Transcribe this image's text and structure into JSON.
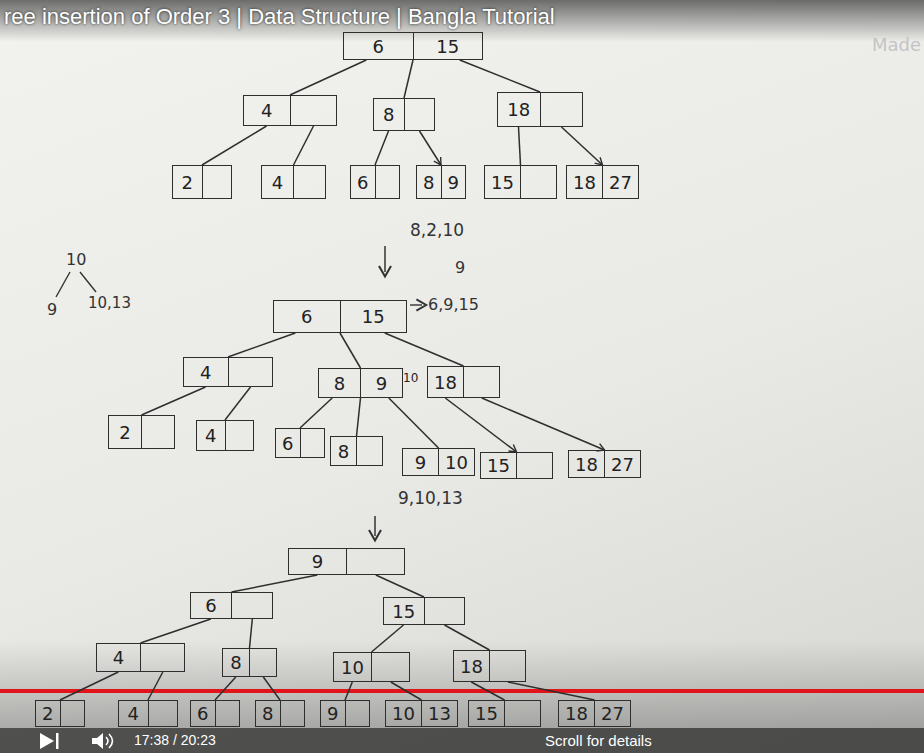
{
  "diagram": {
    "title": "ree insertion of Order 3 | Data Structure | Bangla Tutorial",
    "nodes": [
      {
        "text": [
          "6",
          "15"
        ]
      },
      {
        "text": [
          "4"
        ]
      },
      {
        "text": [
          "8"
        ]
      },
      {
        "text": [
          "18"
        ]
      },
      {
        "text": [
          "2"
        ]
      },
      {
        "text": [
          "4"
        ]
      },
      {
        "text": [
          "6"
        ]
      },
      {
        "text": [
          "8",
          "9"
        ]
      },
      {
        "text": [
          "15"
        ]
      },
      {
        "text": [
          "18",
          "27"
        ]
      },
      {
        "text": [
          "6",
          "15"
        ]
      },
      {
        "text": [
          "4"
        ]
      },
      {
        "text": [
          "8",
          "9",
          "10"
        ]
      },
      {
        "text": [
          "18"
        ]
      },
      {
        "text": [
          "2"
        ]
      },
      {
        "text": [
          "4"
        ]
      },
      {
        "text": [
          "6"
        ]
      },
      {
        "text": [
          "8"
        ]
      },
      {
        "text": [
          "9",
          "10"
        ]
      },
      {
        "text": [
          "15"
        ]
      },
      {
        "text": [
          "18",
          "27"
        ]
      },
      {
        "text": [
          "9"
        ]
      },
      {
        "text": [
          "6"
        ]
      },
      {
        "text": [
          "15"
        ]
      },
      {
        "text": [
          "4"
        ]
      },
      {
        "text": [
          "8"
        ]
      },
      {
        "text": [
          "10"
        ]
      },
      {
        "text": [
          "18"
        ]
      },
      {
        "text": [
          "2"
        ]
      },
      {
        "text": [
          "4"
        ]
      },
      {
        "text": [
          "6"
        ]
      },
      {
        "text": [
          "8"
        ]
      },
      {
        "text": [
          "9"
        ]
      },
      {
        "text": [
          "10",
          "13"
        ]
      },
      {
        "text": [
          "15"
        ]
      },
      {
        "text": [
          "18",
          "27"
        ]
      }
    ],
    "edges": [
      {
        "from": 0,
        "to": 1,
        "arrow": "none"
      },
      {
        "from": 0,
        "to": 2,
        "arrow": "none"
      },
      {
        "from": 0,
        "to": 3,
        "arrow": "none"
      },
      {
        "from": 1,
        "to": 4,
        "arrow": "none"
      },
      {
        "from": 1,
        "to": 5,
        "arrow": "none"
      },
      {
        "from": 2,
        "to": 6,
        "arrow": "none"
      },
      {
        "from": 2,
        "to": 7,
        "arrow": "to"
      },
      {
        "from": 3,
        "to": 8,
        "arrow": "none"
      },
      {
        "from": 3,
        "to": 9,
        "arrow": "to"
      },
      {
        "from": 10,
        "to": 11,
        "arrow": "none"
      },
      {
        "from": 10,
        "to": 12,
        "arrow": "none"
      },
      {
        "from": 10,
        "to": 13,
        "arrow": "none"
      },
      {
        "from": 11,
        "to": 14,
        "arrow": "none"
      },
      {
        "from": 11,
        "to": 15,
        "arrow": "none"
      },
      {
        "from": 12,
        "to": 16,
        "arrow": "none"
      },
      {
        "from": 12,
        "to": 17,
        "arrow": "none"
      },
      {
        "from": 12,
        "to": 18,
        "arrow": "none"
      },
      {
        "from": 13,
        "to": 19,
        "arrow": "to"
      },
      {
        "from": 13,
        "to": 20,
        "arrow": "to"
      },
      {
        "from": 21,
        "to": 22,
        "arrow": "none"
      },
      {
        "from": 21,
        "to": 23,
        "arrow": "none"
      },
      {
        "from": 22,
        "to": 24,
        "arrow": "none"
      },
      {
        "from": 22,
        "to": 25,
        "arrow": "none"
      },
      {
        "from": 23,
        "to": 26,
        "arrow": "none"
      },
      {
        "from": 23,
        "to": 27,
        "arrow": "none"
      },
      {
        "from": 24,
        "to": 28,
        "arrow": "none"
      },
      {
        "from": 24,
        "to": 29,
        "arrow": "none"
      },
      {
        "from": 25,
        "to": 30,
        "arrow": "none"
      },
      {
        "from": 25,
        "to": 31,
        "arrow": "none"
      },
      {
        "from": 26,
        "to": 32,
        "arrow": "none"
      },
      {
        "from": 26,
        "to": 33,
        "arrow": "none"
      },
      {
        "from": 27,
        "to": 34,
        "arrow": "none"
      },
      {
        "from": 27,
        "to": 35,
        "arrow": "none"
      }
    ],
    "labels": [
      "Made",
      "8,2,10",
      "9",
      "10",
      "9",
      "10,13",
      "6,9,15",
      "9,10,13",
      "17:38 / 20:23",
      "Scroll for details"
    ]
  }
}
